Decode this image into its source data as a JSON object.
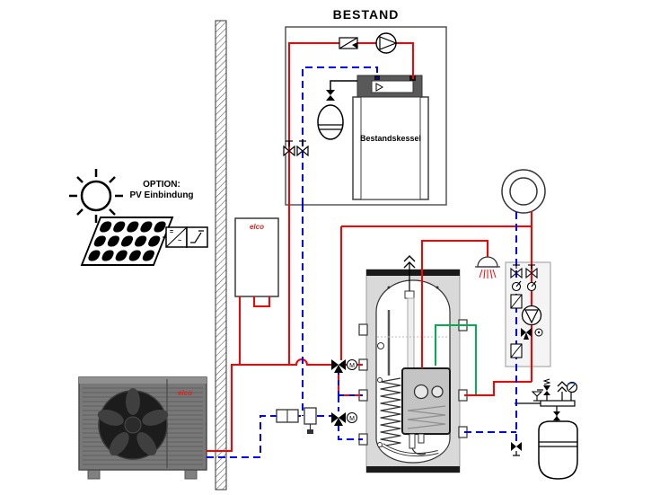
{
  "diagram": {
    "bestand": {
      "title": "BESTAND",
      "boiler_label": "Bestandskessel"
    },
    "pv_option": {
      "label_line1": "OPTION:",
      "label_line2": "PV Einbindung",
      "inverter_dc": "=",
      "inverter_ac": "~"
    },
    "brand_logo": "elco",
    "valve_motor_label": "M",
    "colors": {
      "flow_line": "#ff0000",
      "return_line": "#0000ff",
      "cold_water_line": "#00b050",
      "boiler_burner": "#595959",
      "tank_insulation": "#d9d9d9",
      "heat_pump_body": "#787878",
      "brand_red": "#d8251c"
    },
    "components": [
      "existing-boiler-circuit",
      "circulation-pump",
      "check-valve",
      "expansion-vessel-boiler",
      "shut-off-valves",
      "sun",
      "pv-panel",
      "inverter",
      "indoor-hydro-unit",
      "outdoor-heat-pump",
      "wall",
      "buffer-tank-with-dhw-tank",
      "motorized-three-way-valves",
      "dirt-filters",
      "heating-circuit",
      "pump-group",
      "mixing-valve",
      "thermometers",
      "shower",
      "safety-group",
      "air-vent",
      "pressure-gauge",
      "expansion-vessel-heating",
      "drain-valve"
    ]
  }
}
